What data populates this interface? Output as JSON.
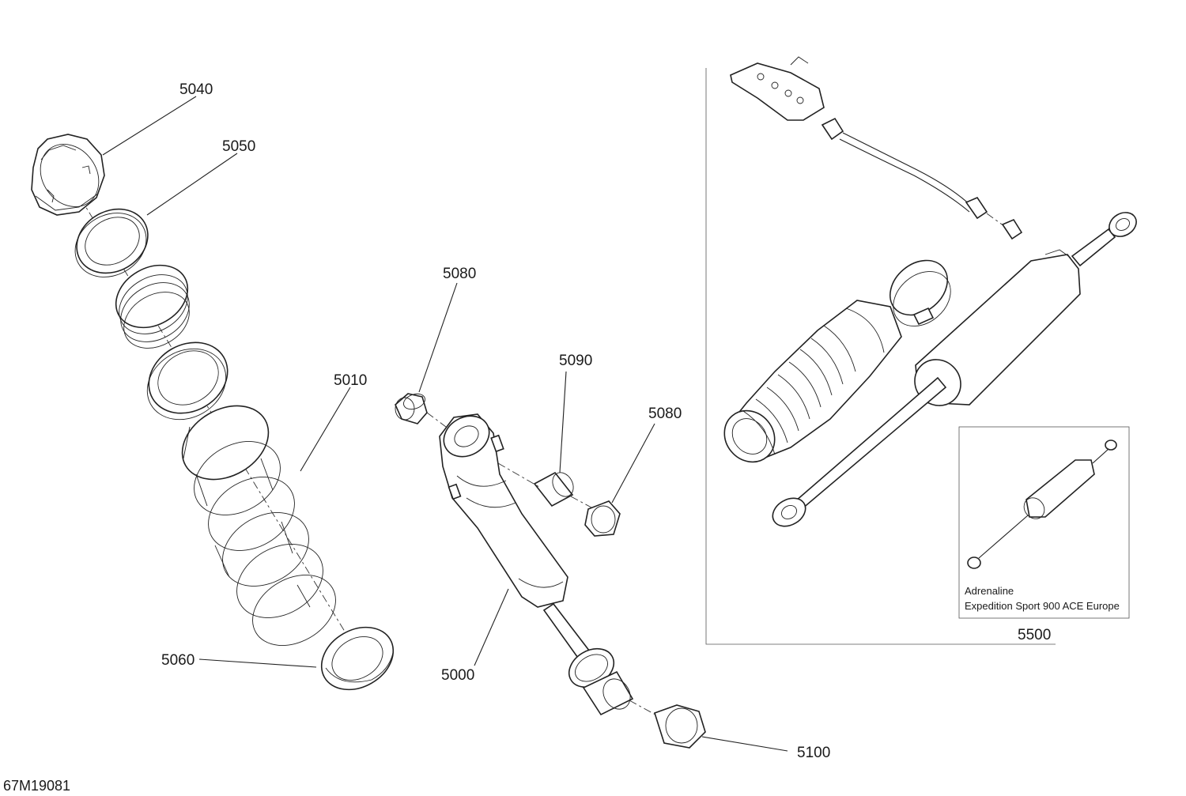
{
  "diagram_id": "67M19081",
  "callouts": {
    "c5040": "5040",
    "c5050": "5050",
    "c5010": "5010",
    "c5060": "5060",
    "c5080a": "5080",
    "c5090": "5090",
    "c5080b": "5080",
    "c5000": "5000",
    "c5100": "5100",
    "c5500": "5500"
  },
  "applicability": {
    "line1": "Adrenaline",
    "line2": "Expedition Sport 900 ACE Europe"
  }
}
